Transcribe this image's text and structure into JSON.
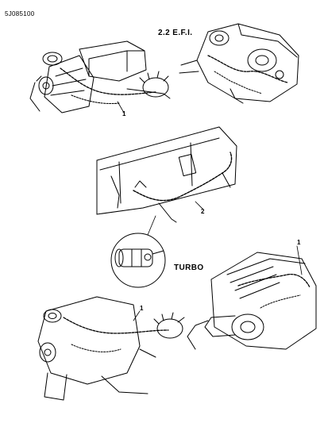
{
  "document": {
    "id": "5J085100"
  },
  "labels": {
    "efi": "2.2 E.F.I.",
    "turbo": "TURBO"
  },
  "callouts": {
    "harness_1_top": "1",
    "harness_2": "2",
    "harness_1_turbo_right": "1",
    "harness_1_turbo_left": "1"
  }
}
